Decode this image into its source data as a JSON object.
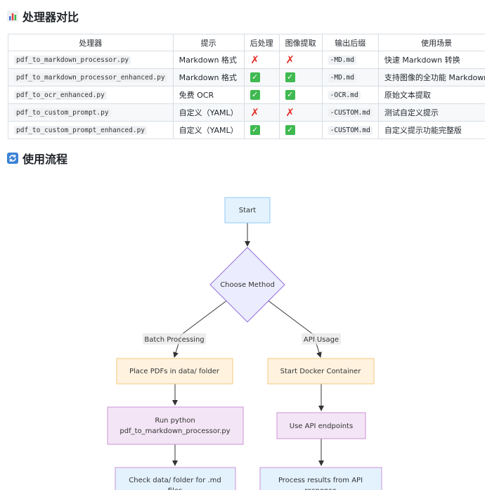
{
  "sections": {
    "comparison_title": "处理器对比",
    "workflow_title": "使用流程"
  },
  "table": {
    "headers": [
      "处理器",
      "提示",
      "后处理",
      "图像提取",
      "输出后缀",
      "使用场景"
    ],
    "rows": [
      {
        "processor": "pdf_to_markdown_processor.py",
        "prompt": "Markdown 格式",
        "post": "no",
        "image": "no",
        "suffix": "-MD.md",
        "usage": "快速 Markdown 转换"
      },
      {
        "processor": "pdf_to_markdown_processor_enhanced.py",
        "prompt": "Markdown 格式",
        "post": "yes",
        "image": "yes",
        "suffix": "-MD.md",
        "usage": "支持图像的全功能 Markdown"
      },
      {
        "processor": "pdf_to_ocr_enhanced.py",
        "prompt": "免费 OCR",
        "post": "yes",
        "image": "yes",
        "suffix": "-OCR.md",
        "usage": "原始文本提取"
      },
      {
        "processor": "pdf_to_custom_prompt.py",
        "prompt": "自定义（YAML）",
        "post": "no",
        "image": "no",
        "suffix": "-CUSTOM.md",
        "usage": "测试自定义提示"
      },
      {
        "processor": "pdf_to_custom_prompt_enhanced.py",
        "prompt": "自定义（YAML）",
        "post": "yes",
        "image": "yes",
        "suffix": "-CUSTOM.md",
        "usage": "自定义提示功能完整版"
      }
    ]
  },
  "flowchart": {
    "start": "Start",
    "decision": "Choose Method",
    "label_left": "Batch Processing",
    "label_right": "API Usage",
    "left_1": "Place PDFs in data/ folder",
    "left_2_line1": "Run python",
    "left_2_line2": "pdf_to_markdown_processor.py",
    "left_3_line1": "Check data/ folder for .md",
    "left_3_line2": "files",
    "right_1": "Start Docker Container",
    "right_2": "Use API endpoints",
    "right_3_line1": "Process results from API",
    "right_3_line2": "response"
  },
  "colors": {
    "start_fill": "#e3f2fd",
    "start_stroke": "#90caf9",
    "decision_fill": "#ececff",
    "decision_stroke": "#9370db",
    "orange_fill": "#fff3e0",
    "orange_stroke": "#f5c77e",
    "purple_fill": "#f3e5f5",
    "purple_stroke": "#ce93d8",
    "yes": "#3fb950",
    "no": "#e5302a"
  }
}
